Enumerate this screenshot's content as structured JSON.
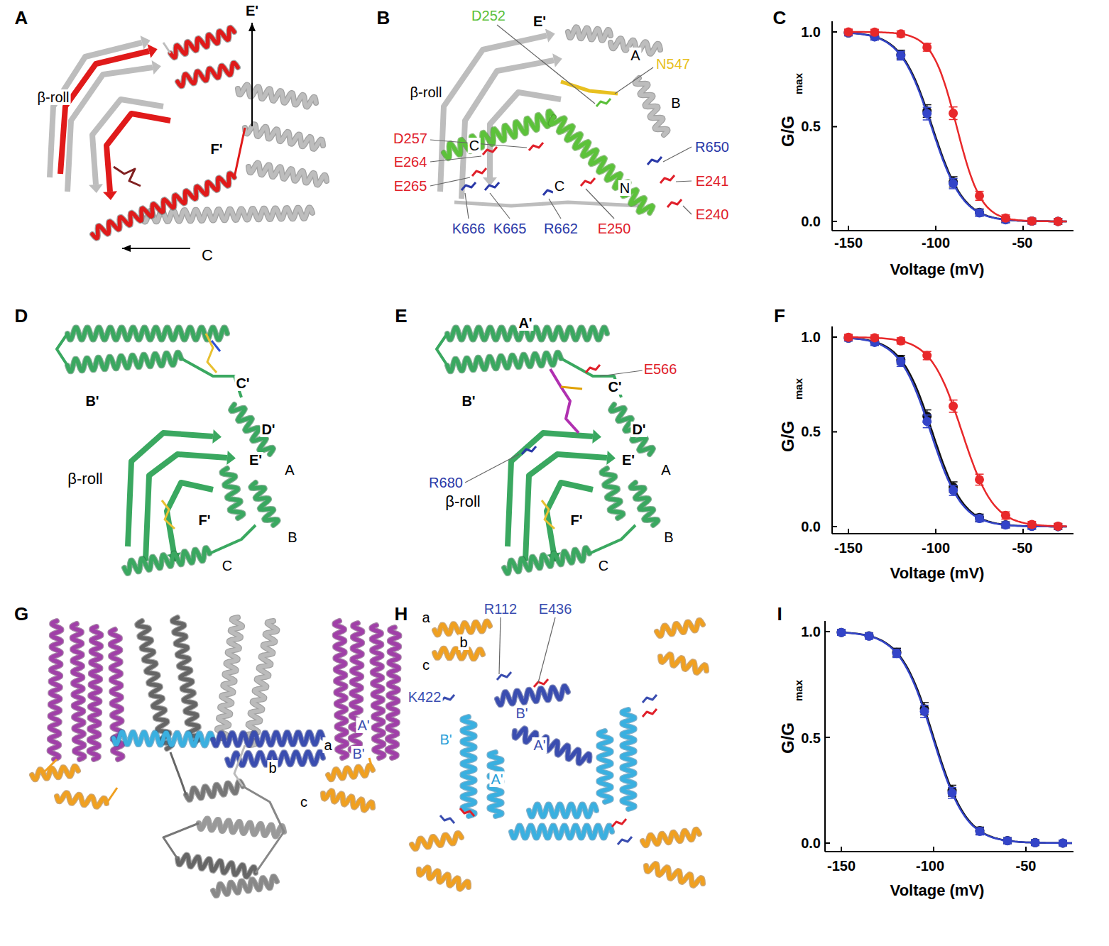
{
  "diagram": {
    "labels": [
      "A",
      "E'",
      "β-roll",
      "F'",
      "C",
      "B",
      "D252",
      "E'",
      "A",
      "N547",
      "β-roll",
      "D257",
      "B",
      "E264",
      "C",
      "E265",
      "R650",
      "C",
      "E241",
      "N",
      "E240",
      "K666",
      "K665",
      "R662",
      "E250",
      "C",
      "1.0",
      "0.5",
      "0.0",
      "G/G",
      "max",
      "-150",
      "-100",
      "-50",
      "Voltage (mV)",
      "D",
      "C'",
      "B'",
      "D'",
      "β-roll",
      "E'",
      "A",
      "F'",
      "B",
      "C",
      "E",
      "A'",
      "E566",
      "C'",
      "B'",
      "D'",
      "R680",
      "β-roll",
      "E'",
      "A",
      "F'",
      "B",
      "C",
      "F",
      "1.0",
      "0.5",
      "0.0",
      "G/G",
      "max",
      "-150",
      "-100",
      "-50",
      "Voltage (mV)",
      "G",
      "A'",
      "a",
      "b",
      "B'",
      "c",
      "H",
      "a",
      "R112",
      "E436",
      "b",
      "c",
      "K422",
      "B'",
      "B'",
      "A'",
      "A'",
      "I",
      "1.0",
      "0.5",
      "0.0",
      "G/G",
      "max",
      "-150",
      "-100",
      "-50",
      "Voltage (mV)"
    ]
  }
}
